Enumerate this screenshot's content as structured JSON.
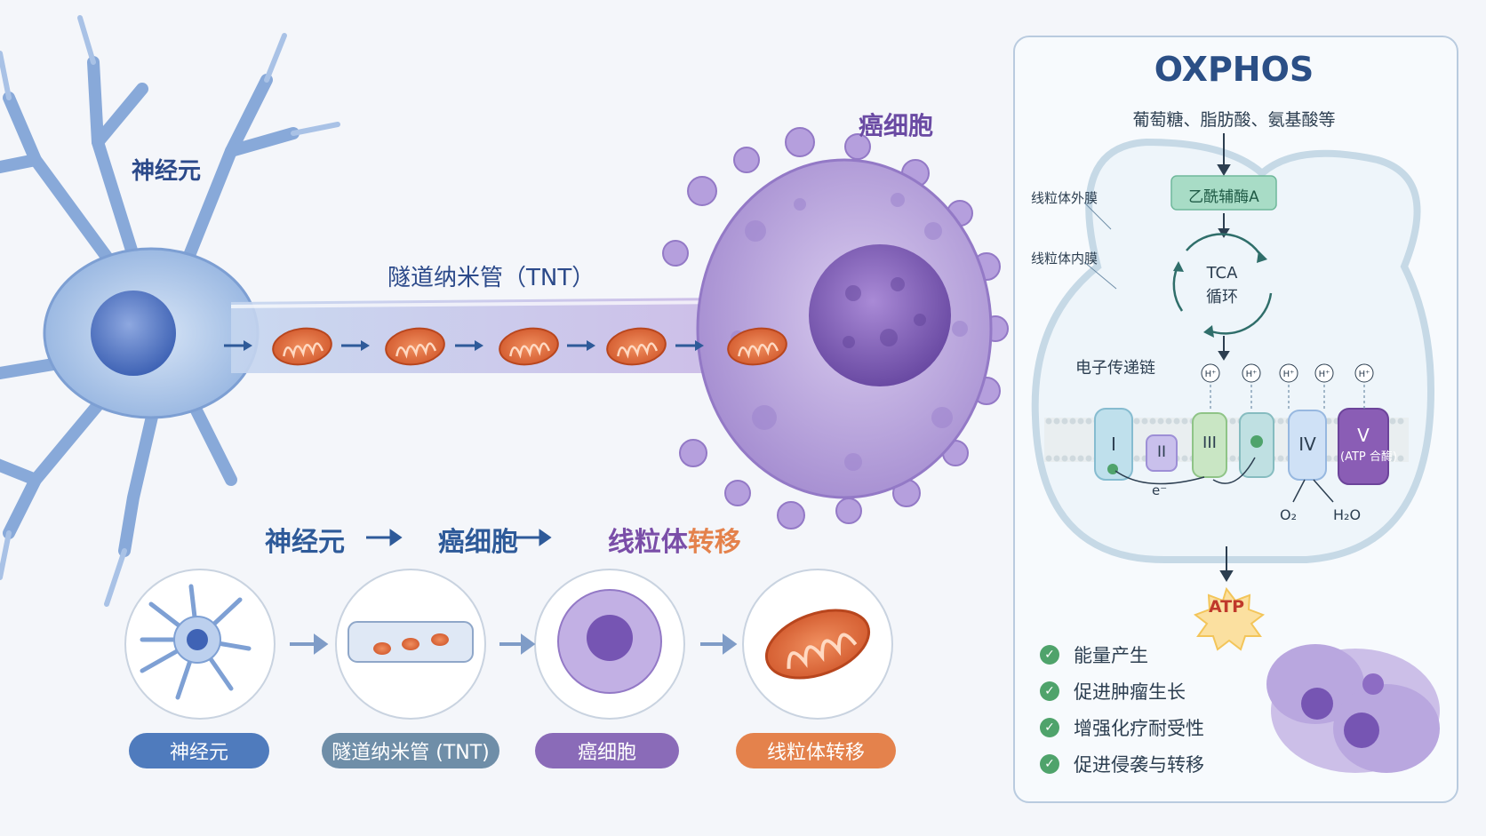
{
  "main_diagram": {
    "neuron_label": "神经元",
    "tnt_label": "隧道纳米管（TNT）",
    "cancer_label": "癌细胞"
  },
  "flow_title": {
    "part1": "神经元",
    "part2": "癌细胞",
    "part3a": "线粒体",
    "part3b": "转移",
    "arrow": "→"
  },
  "steps": [
    {
      "label": "神经元",
      "color": "#4f7bbd"
    },
    {
      "label": "隧道纳米管 (TNT)",
      "color": "#6f8ea8"
    },
    {
      "label": "癌细胞",
      "color": "#8a6bb8"
    },
    {
      "label": "线粒体转移",
      "color": "#e4824c"
    }
  ],
  "oxphos": {
    "title": "OXPHOS",
    "substrates": "葡萄糖、脂肪酸、氨基酸等",
    "outer_membrane": "线粒体外膜",
    "inner_membrane": "线粒体内膜",
    "acetyl_coa": "乙酰辅酶A",
    "tca_line1": "TCA",
    "tca_line2": "循环",
    "etc_label": "电子传递链",
    "proton": "H⁺",
    "complexes": [
      "I",
      "II",
      "III",
      "IV",
      "V"
    ],
    "complex_v_sub": "(ATP 合酶)",
    "electron": "e⁻",
    "o2": "O₂",
    "h2o": "H₂O",
    "atp": "ATP",
    "benefits": [
      "能量产生",
      "促进肿瘤生长",
      "增强化疗耐受性",
      "促进侵袭与转移"
    ]
  }
}
